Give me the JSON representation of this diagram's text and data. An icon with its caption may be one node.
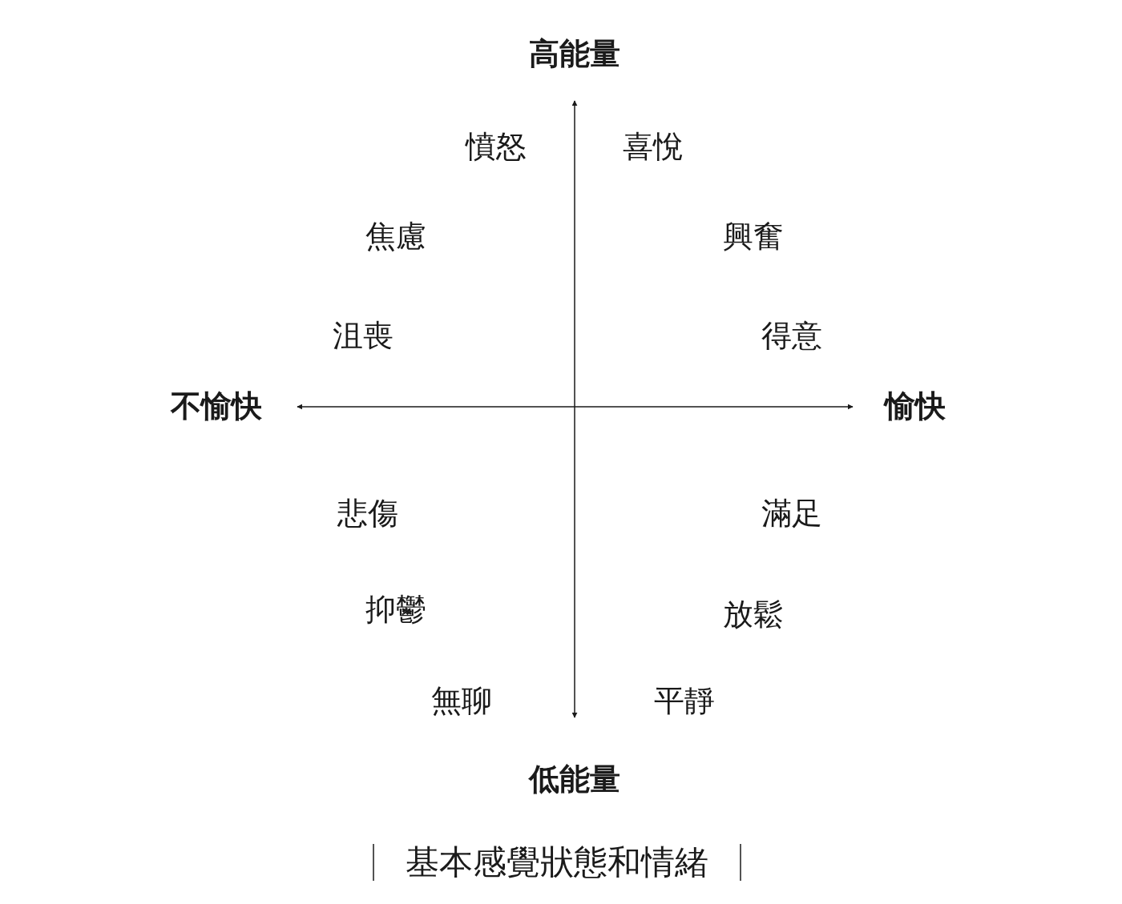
{
  "diagram": {
    "caption": "基本感覺狀態和情緒",
    "labels": [
      "高能量",
      "憤怒",
      "喜悅",
      "焦慮",
      "興奮",
      "沮喪",
      "得意",
      "不愉快",
      "愉快",
      "悲傷",
      "滿足",
      "抑鬱",
      "放鬆",
      "無聊",
      "平靜",
      "低能量"
    ]
  }
}
